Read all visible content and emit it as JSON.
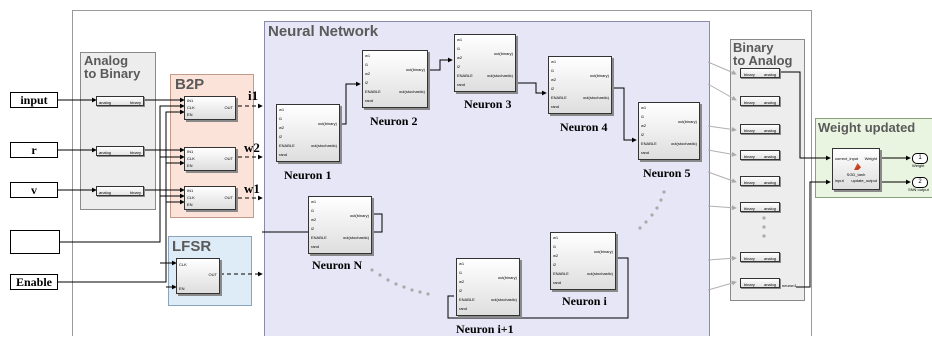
{
  "inputs": {
    "input": "input",
    "r": "r",
    "v": "v",
    "enable": "Enable"
  },
  "regions": {
    "analog_to_binary": "Analog\nto Binary",
    "b2p": "B2P",
    "lfsr": "LFSR",
    "neural_network": "Neural Network",
    "binary_to_analog": "Binary\nto Analog",
    "weight_updated": "Weight updated"
  },
  "signals": {
    "i1": "i1",
    "w2": "w2",
    "w1": "w1"
  },
  "neurons": {
    "n1": "Neuron 1",
    "n2": "Neuron 2",
    "n3": "Neuron 3",
    "n4": "Neuron 4",
    "n5": "Neuron 5",
    "nN": "Neuron N",
    "ni": "Neuron i",
    "ni1": "Neuron i+1"
  },
  "block_ports": {
    "neuron_in": [
      "w1",
      "i1",
      "w2",
      "i2",
      "ENABLE",
      "rand"
    ],
    "neuron_out": [
      "out(binary)",
      "out(stochastic)"
    ],
    "b2p_in": [
      "IN1",
      "CLK",
      "EN"
    ],
    "b2p_out": "OUT",
    "lfsr_in": [
      "CLK",
      "EN"
    ],
    "lfsr_out": "OUT",
    "a2b_in": "analog",
    "a2b_out": "binary",
    "b2a_in": "binary",
    "b2a_out": "analog",
    "b2a_last_out": "neuron1",
    "weight_block_in": [
      "correct_input",
      "input"
    ],
    "weight_block_out": [
      "Weight",
      "update_output"
    ],
    "weight_block_name": "SGD_tanh",
    "out_ports": [
      {
        "num": "1",
        "label": "Weight"
      },
      {
        "num": "2",
        "label": "SNN output"
      }
    ]
  },
  "colors": {
    "neural_bg": "#e6e6f6",
    "b2p_bg": "#fbe3d9",
    "lfsr_bg": "#deecf7",
    "weight_bg": "#eaf5e1",
    "gray_bg": "#ededed"
  }
}
